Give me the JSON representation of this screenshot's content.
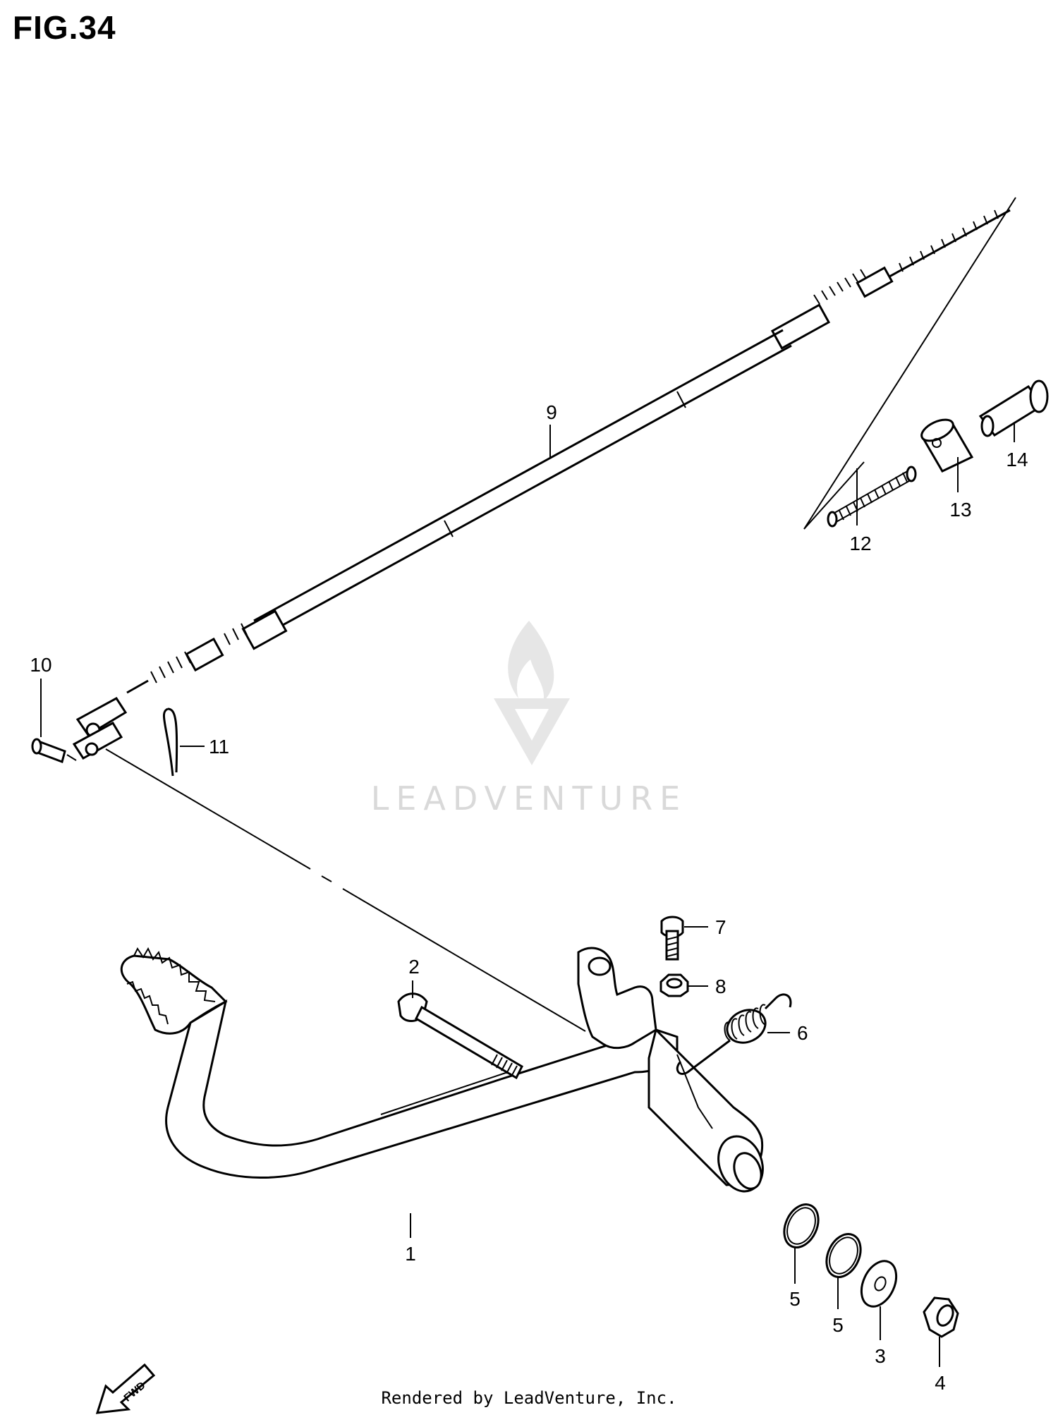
{
  "figure": {
    "title": "FIG.34"
  },
  "watermark": {
    "text": "LEADVENTURE"
  },
  "fwd_badge": {
    "text": "FWD"
  },
  "footer": {
    "text": "Rendered by LeadVenture, Inc."
  },
  "callouts": [
    {
      "id": "1",
      "label": "1"
    },
    {
      "id": "2",
      "label": "2"
    },
    {
      "id": "3",
      "label": "3"
    },
    {
      "id": "4",
      "label": "4"
    },
    {
      "id": "5a",
      "label": "5"
    },
    {
      "id": "5b",
      "label": "5"
    },
    {
      "id": "6",
      "label": "6"
    },
    {
      "id": "7",
      "label": "7"
    },
    {
      "id": "8",
      "label": "8"
    },
    {
      "id": "9",
      "label": "9"
    },
    {
      "id": "10",
      "label": "10"
    },
    {
      "id": "11",
      "label": "11"
    },
    {
      "id": "12",
      "label": "12"
    },
    {
      "id": "13",
      "label": "13"
    },
    {
      "id": "14",
      "label": "14"
    }
  ]
}
